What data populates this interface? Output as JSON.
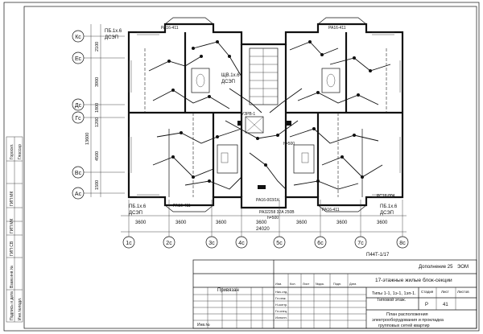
{
  "left_strip": {
    "cells": [
      {
        "label": "Инв.№подл.",
        "value": ""
      },
      {
        "label": "Подпись и дата",
        "value": ""
      },
      {
        "label": "Взам.инв.№",
        "value": ""
      },
      {
        "label": "ГИП МК",
        "value": ""
      },
      {
        "label": "ГИП МК",
        "value": ""
      },
      {
        "label": "ГИП СВ",
        "value": ""
      },
      {
        "label": "Гороскп.",
        "value": ""
      },
      {
        "label": "Глоссар",
        "value": ""
      }
    ]
  },
  "rows": {
    "left": [
      "Кс",
      "Ес",
      "Дс",
      "Гс",
      "Вс",
      "Ас"
    ],
    "dims_left": [
      "2100",
      "3900",
      "1800",
      "1200",
      "4500",
      "13600",
      "1500"
    ]
  },
  "columns": {
    "labels": [
      "1с",
      "2с",
      "3с",
      "4с",
      "5с",
      "6с",
      "7с",
      "8с"
    ],
    "dims": [
      "3600",
      "3600",
      "3600",
      "3600",
      "3600",
      "3600",
      "3600"
    ],
    "total": "24020"
  },
  "panel_labels": {
    "top_left_1": "ПБ.1х.6",
    "top_left_2": "ДСЭП",
    "top_right": "ЩВ.1х.6",
    "top_right_2": "ДСЭП",
    "bottom_left_1": "ПБ.1х.6",
    "bottom_left_2": "ДСЭП",
    "bottom_right_1": "ПБ.1х.6",
    "bottom_right_2": "ДСЭП",
    "pa_top_left": "РА16-411",
    "pa_top_right": "РА16-411",
    "pa_bottom_left": "РА16-411",
    "pa_bottom_right": "РА16-411",
    "pa_center": "РА16-003/1К",
    "pa_center_2": "РА32258 32А 250В",
    "pa_center_3": "h=500",
    "pc_right": "РС16-004",
    "uzrv": "УЗРВ-1",
    "center_h": "h=500"
  },
  "title_block": {
    "doc_code": "П44Т-1/17",
    "supplement": "Дополнение 25",
    "section": "ЭОМ",
    "project": "17-этажные жилые блок-секции",
    "sheet_title_1": "Типы 1-1, 1э-1, 1эп-1.",
    "sheet_title_2": "Типовой этаж.",
    "drawing_1": "План расположения",
    "drawing_2": "электрооборудования и прокладка",
    "drawing_3": "групповых сетей квартир",
    "stage_label": "Стадия",
    "stage_value": "Р",
    "sheet_label": "Лист",
    "sheet_value": "41",
    "sheets_label": "Листов",
    "sheets_value": "",
    "linked": "Привязан",
    "inv": "Инв.№",
    "roles": [
      "Нач.отд.",
      "Гл.инж.",
      "Н.контр.",
      "Гл.спец.",
      "Исполн."
    ],
    "cols": [
      "Изм.",
      "Кол.",
      "Лист",
      "№док.",
      "Подп.",
      "Дата"
    ]
  }
}
